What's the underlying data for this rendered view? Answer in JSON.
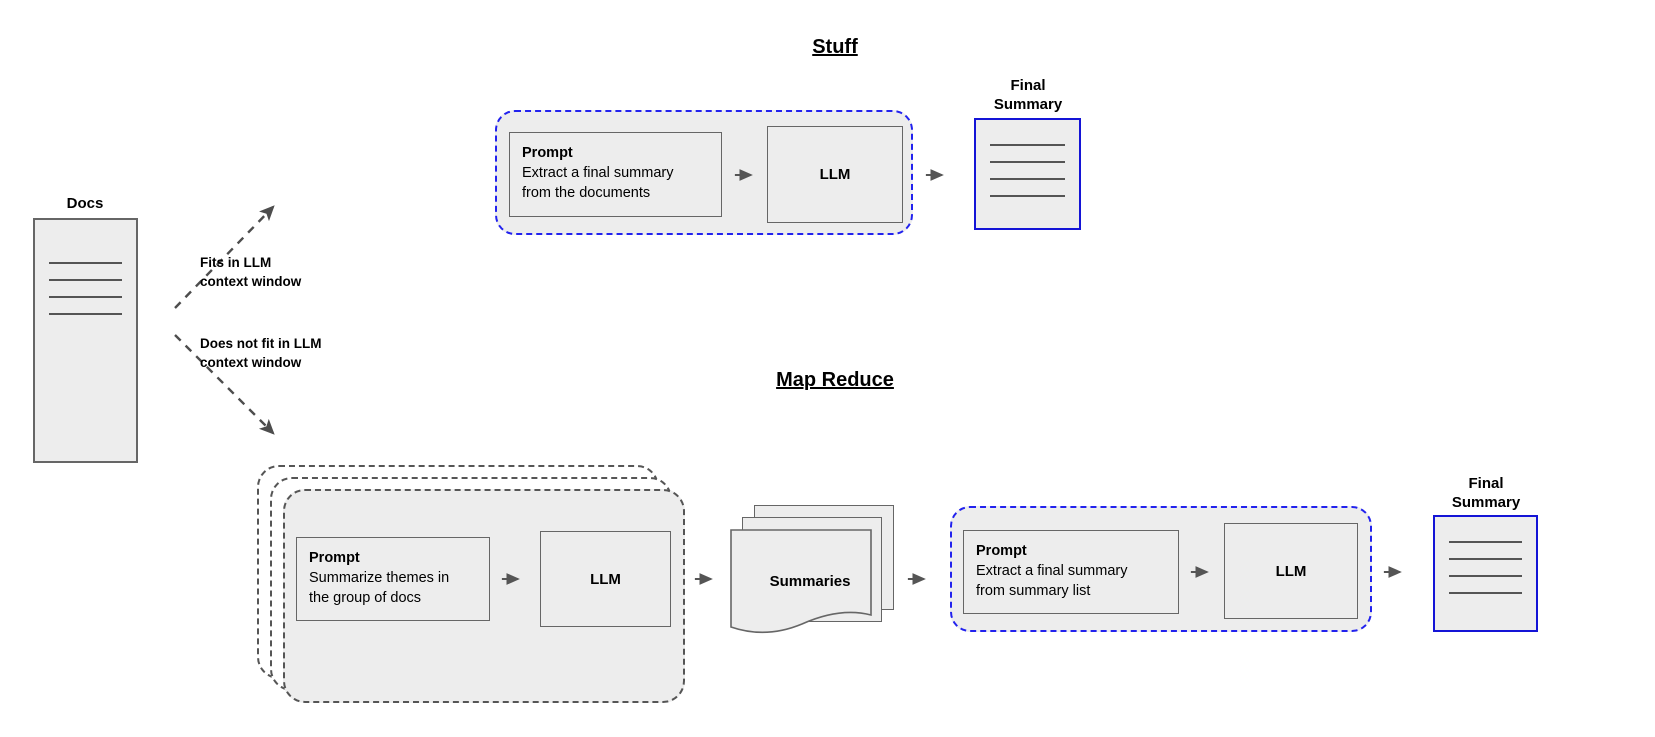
{
  "diagram": {
    "title_stuff": "Stuff",
    "title_map_reduce": "Map Reduce",
    "docs_label": "Docs",
    "final_summary_label_top": "Final\nSummary",
    "final_summary_label_bottom": "Final\nSummary",
    "final_summary_line1": "Final",
    "final_summary_line2": "Summary",
    "summaries_label": "Summaries",
    "llm_label": "LLM"
  },
  "edges": {
    "fits": {
      "line1": "Fits in LLM",
      "line2": "context window"
    },
    "not_fits": {
      "line1": "Does not fit in LLM",
      "line2": "context window"
    }
  },
  "stuff_chain": {
    "prompt": {
      "heading": "Prompt",
      "line1": "Extract a final summary",
      "line2": "from the documents"
    },
    "llm": "LLM"
  },
  "map_chain": {
    "prompt": {
      "heading": "Prompt",
      "line1": "Summarize themes in",
      "line2": "the group of docs"
    },
    "llm": "LLM"
  },
  "reduce_chain": {
    "prompt": {
      "heading": "Prompt",
      "line1": "Extract a final summary",
      "line2": "from summary list"
    },
    "llm": "LLM"
  },
  "colors": {
    "fill_gray": "#ededed",
    "stroke_gray": "#666666",
    "stroke_blue": "#1414d6",
    "dashed_blue": "#2222ee",
    "dashed_gray": "#555555",
    "arrow_gray": "#555555",
    "text": "#000000",
    "background": "#ffffff"
  }
}
